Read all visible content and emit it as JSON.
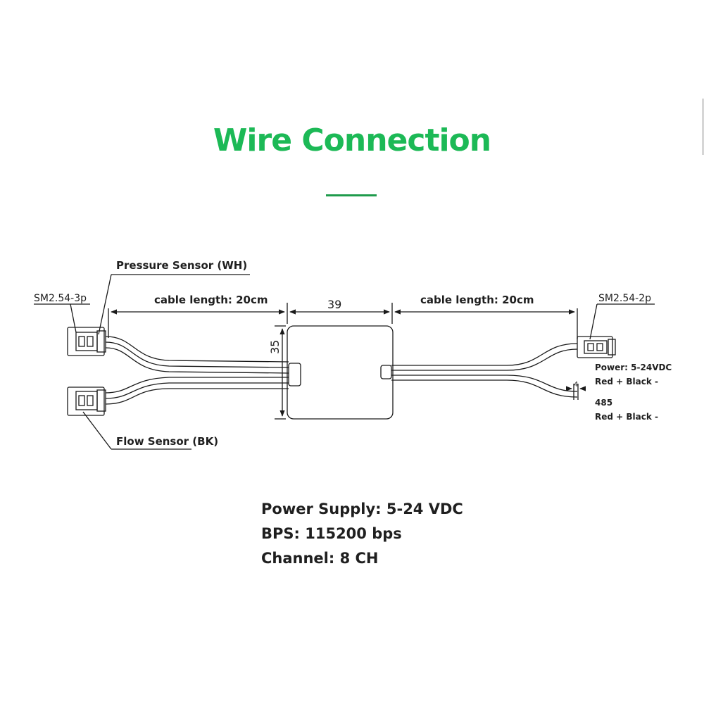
{
  "title": "Wire Connection",
  "colors": {
    "title": "#1cb956",
    "accent_rule": "#1f9b4c",
    "line": "#1a1a1a",
    "text": "#1f1f1f"
  },
  "diagram": {
    "left_connector": "SM2.54-3p",
    "right_connector": "SM2.54-2p",
    "pressure_sensor": "Pressure Sensor (WH)",
    "flow_sensor": "Flow Sensor (BK)",
    "cable_left": "cable length: 20cm",
    "cable_right": "cable length: 20cm",
    "width_dim": "39",
    "height_dim": "35",
    "strip_dim": "4",
    "power_label": "Power: 5-24VDC",
    "power_wires": "Red + Black -",
    "bus_label": "485",
    "bus_wires": "Red + Black -"
  },
  "specs": {
    "power_supply": "Power Supply: 5-24 VDC",
    "bps": "BPS: 115200 bps",
    "channel": "Channel: 8 CH"
  }
}
